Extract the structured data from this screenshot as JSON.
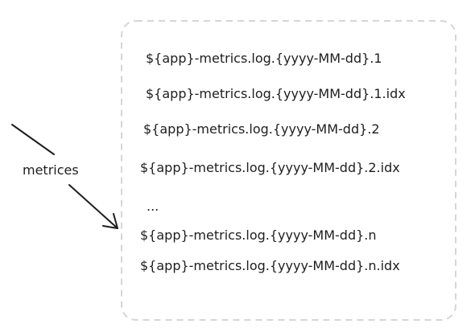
{
  "arrow": {
    "label": "metrices"
  },
  "files": [
    "${app}-metrics.log.{yyyy-MM-dd}.1",
    "${app}-metrics.log.{yyyy-MM-dd}.1.idx",
    "${app}-metrics.log.{yyyy-MM-dd}.2",
    "${app}-metrics.log.{yyyy-MM-dd}.2.idx",
    "...",
    "${app}-metrics.log.{yyyy-MM-dd}.n",
    "${app}-metrics.log.{yyyy-MM-dd}.n.idx"
  ],
  "colors": {
    "stroke": "#1e1e1e",
    "box_border": "#d6d6d6"
  }
}
